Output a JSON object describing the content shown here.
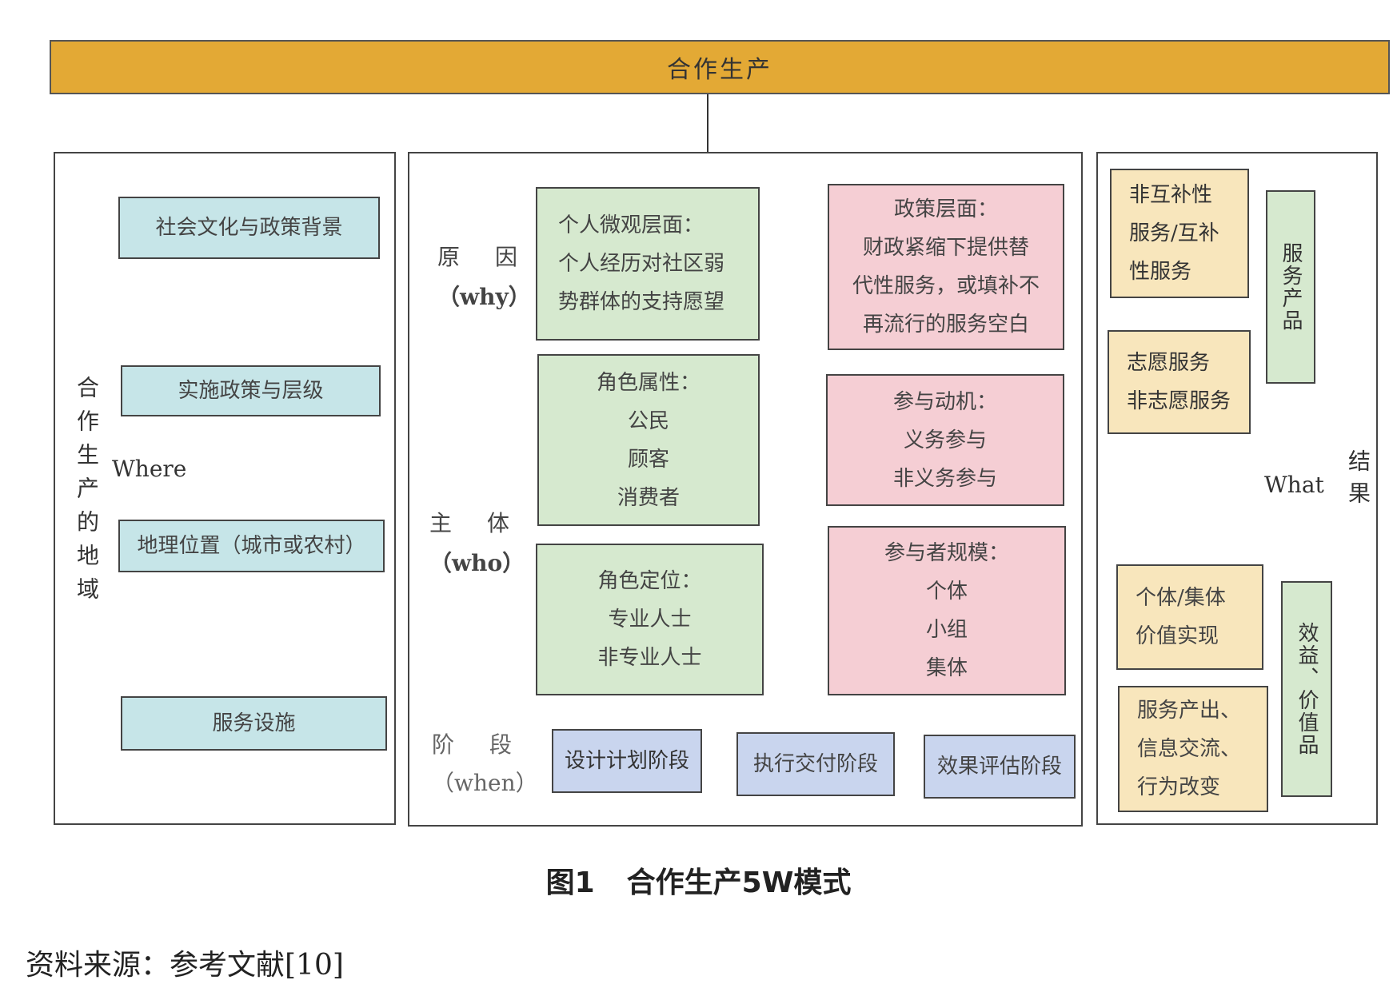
{
  "top": {
    "title": "合作生产",
    "color": "#e3a935"
  },
  "left": {
    "side_title": "合作生产的地域",
    "side_en": "Where",
    "boxes": [
      "社会文化与政策背景",
      "实施政策与层级",
      "地理位置（城市或农村）",
      "服务设施"
    ]
  },
  "middle": {
    "why": {
      "label": "原　因",
      "en": "（why）",
      "left_lines": [
        "个人微观层面：",
        "个人经历对社区弱",
        "势群体的支持愿望"
      ],
      "right_lines": [
        "政策层面：",
        "财政紧缩下提供替",
        "代性服务，或填补不",
        "再流行的服务空白"
      ]
    },
    "who": {
      "label": "主　体",
      "en": "（who）",
      "row1_left": [
        "角色属性：",
        "公民",
        "顾客",
        "消费者"
      ],
      "row1_right": [
        "参与动机：",
        "义务参与",
        "非义务参与"
      ],
      "row2_left": [
        "角色定位：",
        "专业人士",
        "非专业人士"
      ],
      "row2_right": [
        "参与者规模：",
        "个体",
        "小组",
        "集体"
      ]
    },
    "when": {
      "label": "阶　段",
      "en": "（when）",
      "stages": [
        "设计计划阶段",
        "执行交付阶段",
        "效果评估阶段"
      ]
    }
  },
  "right": {
    "side_title": "结果",
    "side_en": "What",
    "top_boxes": [
      [
        "非互补性",
        "服务/互补",
        "性服务"
      ],
      [
        "志愿服务",
        "非志愿服务"
      ]
    ],
    "top_side": "服务产品",
    "bottom_boxes": [
      [
        "个体/集体",
        "价值实现"
      ],
      [
        "服务产出、",
        "信息交流、",
        "行为改变"
      ]
    ],
    "bottom_side": "效益、价值品"
  },
  "caption": {
    "figure": "图1",
    "title": "合作生产5W模式"
  },
  "source": "资料来源：参考文献[10]"
}
